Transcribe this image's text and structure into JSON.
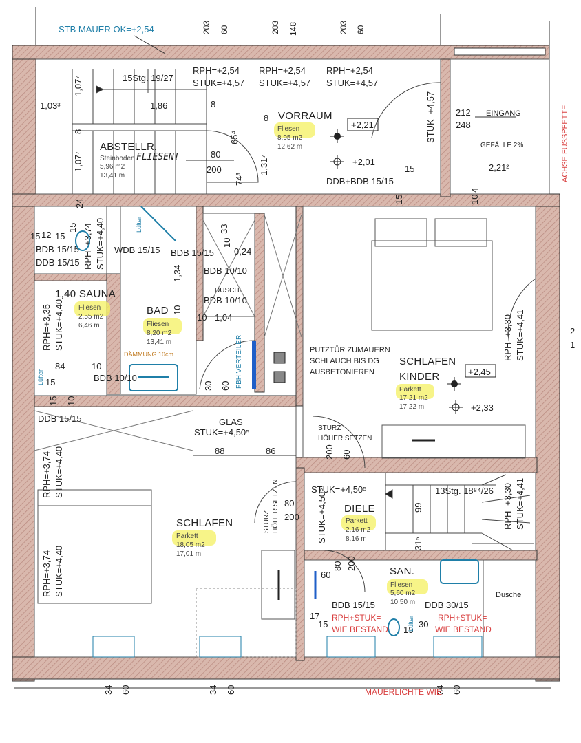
{
  "top": {
    "stb_mauer": "STB MAUER OK=+2,54",
    "top_dims": [
      "203",
      "60",
      "203",
      "148",
      "203",
      "60"
    ],
    "achse": "ACHSE FUSSPFETTE"
  },
  "stair_top": {
    "label": "15Stg. 19/27",
    "d1": "1,07⁷",
    "d2": "1,03³",
    "d3": "1,86",
    "d4": "8",
    "d5": "8",
    "d6": "1,07⁷"
  },
  "abstell": {
    "name": "ABSTELLR.",
    "floor": "Steinboden",
    "area": "5,96 m2",
    "perim": "13,41 m",
    "note": "FLIESEN!",
    "d80": "80",
    "d200": "200",
    "d654": "65⁴",
    "d743": "74³",
    "d1317": "1,31⁷"
  },
  "vorraum": {
    "name": "VORRAUM",
    "floor": "Fliesen",
    "area": "8,95 m2",
    "perim": "12,62 m",
    "rph1": "RPH=+2,54",
    "stuk1": "STUK=+4,57",
    "rph2": "RPH=+2,54",
    "stuk2": "STUK=+4,57",
    "rph3": "RPH=+2,54",
    "stuk3": "STUK=+4,57",
    "level_box": "+2,21",
    "level": "+2,01",
    "ddb": "DDB+BDB 15/15",
    "stuk_v": "STUK=+4,57",
    "d15": "15",
    "d8": "8"
  },
  "eingang": {
    "label": "EINGANG",
    "d212": "212",
    "d248": "248",
    "gefaelle": "GEFÄLLE 2%",
    "d221": "2,21²",
    "d4": "4",
    "d10": "10",
    "d15": "15"
  },
  "left_wall": {
    "d24": "24",
    "d15a": "15",
    "d12": "12",
    "d15b": "15",
    "d15c": "15"
  },
  "wc": {
    "bdb": "BDB 15/15",
    "ddb": "DDB 15/15",
    "rph": "RPH=+3,74",
    "stuk": "STUK=+4,40"
  },
  "bad": {
    "name": "BAD",
    "floor": "Fliesen",
    "area": "8,20 m2",
    "perim": "13,41 m",
    "wdb": "WDB 15/15",
    "bdb": "BDB 15/15",
    "lufter": "Lüfter",
    "d134": "1,34",
    "d10": "10",
    "d10b": "10",
    "d104": "1,04",
    "daemmung": "DÄMMUNG 10cm"
  },
  "dusche_top": {
    "name": "DUSCHE",
    "bdb1": "BDB 10/10",
    "bdb2": "BDB 10/10",
    "d33": "33",
    "d10": "10",
    "d024": "0,24"
  },
  "sauna": {
    "name": "1,40 SAUNA",
    "floor": "Fliesen",
    "area": "2,55 m2",
    "perim": "6,46 m",
    "rph": "RPH=+3,35",
    "stuk": "STUK=+4,40",
    "d84": "84",
    "d10": "10",
    "bdb": "BDB 10/10",
    "lufter": "Lüfter",
    "d15": "15",
    "d15b": "15",
    "d10b": "10"
  },
  "fbh": {
    "label": "FBH VERTEILER",
    "d30": "30",
    "d60": "60"
  },
  "putz": {
    "l1": "PUTZTÜR ZUMAUERN",
    "l2": "SCHLAUCH BIS DG",
    "l3": "AUSBETONIEREN"
  },
  "kinder": {
    "name1": "SCHLAFEN",
    "name2": "KINDER",
    "floor": "Parkett",
    "area": "17,21 m2",
    "perim": "17,22 m",
    "level_box": "+2,45",
    "level": "+2,33",
    "rph": "RPH=+3,30",
    "stuk": "STUK=+4,41",
    "d2": "2",
    "d1": "1"
  },
  "schlafen": {
    "name": "SCHLAFEN",
    "floor": "Parkett",
    "area": "18,05 m2",
    "perim": "17,01 m",
    "ddb": "DDB 15/15",
    "glas": "GLAS",
    "stuk": "STUK=+4,50⁵",
    "d88": "88",
    "d86": "86",
    "rph1": "RPH=+3,74",
    "stuk1": "STUK=+4,40",
    "rph2": "RPH=+3,74",
    "stuk2": "STUK=+4,40",
    "sturz": "STURZ",
    "hoeher": "HÖHER SETZEN"
  },
  "sturz_mid": {
    "l1": "STURZ",
    "l2": "HÖHER SETZEN",
    "d200": "200",
    "d60": "60"
  },
  "diele": {
    "name": "DIELE",
    "floor": "Parkett",
    "area": "2,16 m2",
    "perim": "8,16 m",
    "stuk": "STUK=+4,50⁵",
    "stuk_v": "STUK=+4,50⁵",
    "d80": "80",
    "d200": "200",
    "d60": "60",
    "d80b": "80",
    "d200b": "200"
  },
  "stair_r": {
    "label": "13Stg. 18⁸⁴/26",
    "d99": "99",
    "d315": "31⁵",
    "rph": "RPH=+3,30",
    "stuk": "STUK=+4,41"
  },
  "san": {
    "name": "SAN.",
    "floor": "Fliesen",
    "area": "5,60 m2",
    "perim": "10,50 m",
    "ddb": "DDB 30/15",
    "bdb": "BDB 15/15",
    "rph1": "RPH+STUK=",
    "wie1": "WIE BESTAND",
    "rph2": "RPH+STUK=",
    "wie2": "WIE BESTAND",
    "d17": "17",
    "d15": "15",
    "d15b": "15",
    "d30": "30",
    "lufter": "Lüfter",
    "dusche": "Dusche"
  },
  "bottom": {
    "d34a": "34",
    "d60a": "60",
    "d34b": "34",
    "d60b": "60",
    "d34c": "34",
    "d60c": "60",
    "lichte": "MAUERLICHTE WIE"
  }
}
